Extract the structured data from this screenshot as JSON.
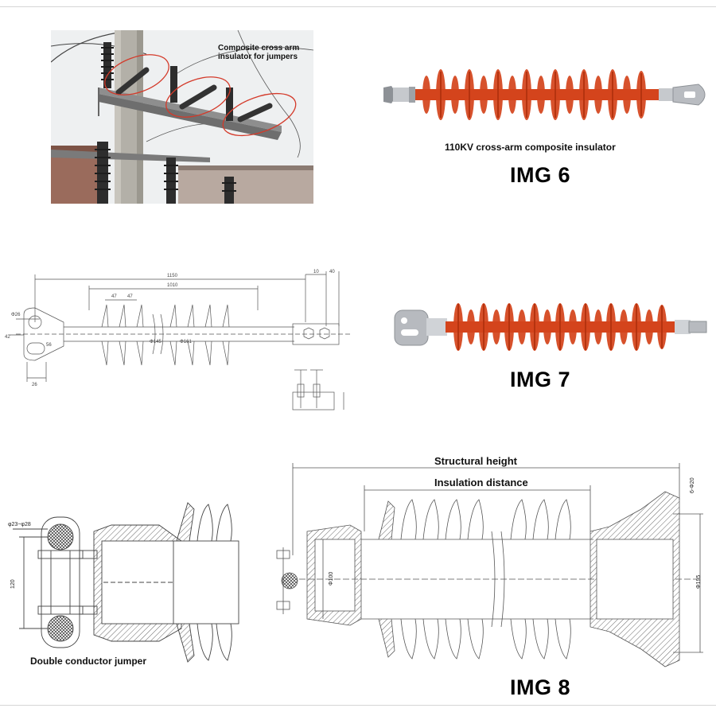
{
  "photo": {
    "caption_line1": "Composite cross arm",
    "caption_line2": "insulator for jumpers"
  },
  "img6": {
    "caption": "110KV cross-arm composite insulator",
    "label": "IMG 6"
  },
  "img7": {
    "label": "IMG 7"
  },
  "drawing1": {
    "dim_total": "1150",
    "dim_insulation": "1010",
    "dim_shed_a": "47",
    "dim_shed_b": "47",
    "dim_right_a": "10",
    "dim_right_b": "40",
    "dim_hole": "Φ26",
    "dim_height": "42",
    "dim_eye": "56",
    "dim_bottom": "26",
    "dim_d1": "Φ145",
    "dim_d2": "Φ161"
  },
  "drawing2": {
    "dim_cond": "φ23~φ28",
    "dim_120": "120",
    "caption": "Double conductor jumper"
  },
  "drawing3": {
    "structural_height": "Structural height",
    "insulation_distance": "Insulation distance",
    "dim_100": "Φ100",
    "dim_195": "Φ195",
    "dim_bolt": "6-Φ20",
    "label": "IMG 8"
  },
  "colors": {
    "rubber": "#d4441c",
    "rubber_dark": "#b5330f",
    "metal": "#c9ccd1",
    "rule": "#d6d6d6"
  }
}
